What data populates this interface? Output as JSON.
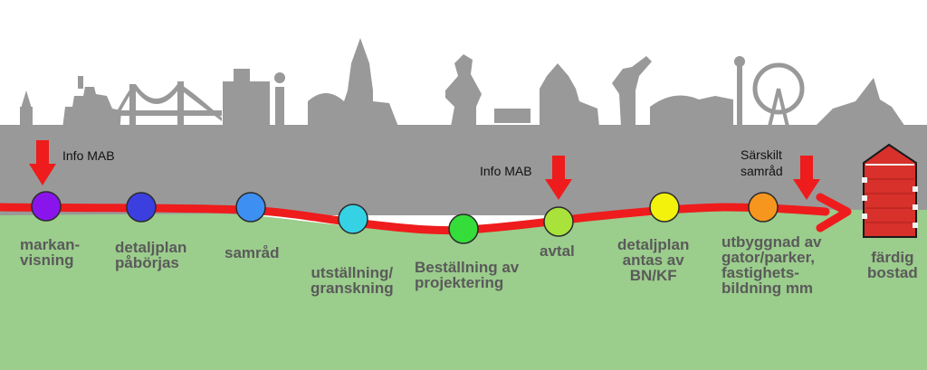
{
  "colors": {
    "ground": "#9bcd8c",
    "skyline": "#999999",
    "road": "#ee1c1c",
    "arrow": "#ee1c1c",
    "house": "#d8302a",
    "label": "#5a5a5a"
  },
  "notes": {
    "info_mab_1": "Info MAB",
    "info_mab_2": "Info MAB",
    "sarskilt_1": "Särskilt",
    "sarskilt_2": "samråd"
  },
  "steps": [
    {
      "lines": [
        "markan-",
        "visning"
      ],
      "color": "#8a14ec"
    },
    {
      "lines": [
        "detaljplan",
        "påbörjas"
      ],
      "color": "#3b3fe0"
    },
    {
      "lines": [
        "samråd"
      ],
      "color": "#3d8ff2"
    },
    {
      "lines": [
        "utställning/",
        "granskning"
      ],
      "color": "#35d2e5"
    },
    {
      "lines": [
        "Beställning av",
        "projektering"
      ],
      "color": "#35dd3a"
    },
    {
      "lines": [
        "avtal"
      ],
      "color": "#a8e23a"
    },
    {
      "lines": [
        "detaljplan",
        "antas av",
        "BN/KF"
      ],
      "color": "#f2f20c"
    },
    {
      "lines": [
        "utbyggnad av",
        "gator/parker,",
        "fastighets-",
        "bildning mm"
      ],
      "color": "#f7961e"
    },
    {
      "lines": [
        "färdig",
        "bostad"
      ]
    }
  ]
}
